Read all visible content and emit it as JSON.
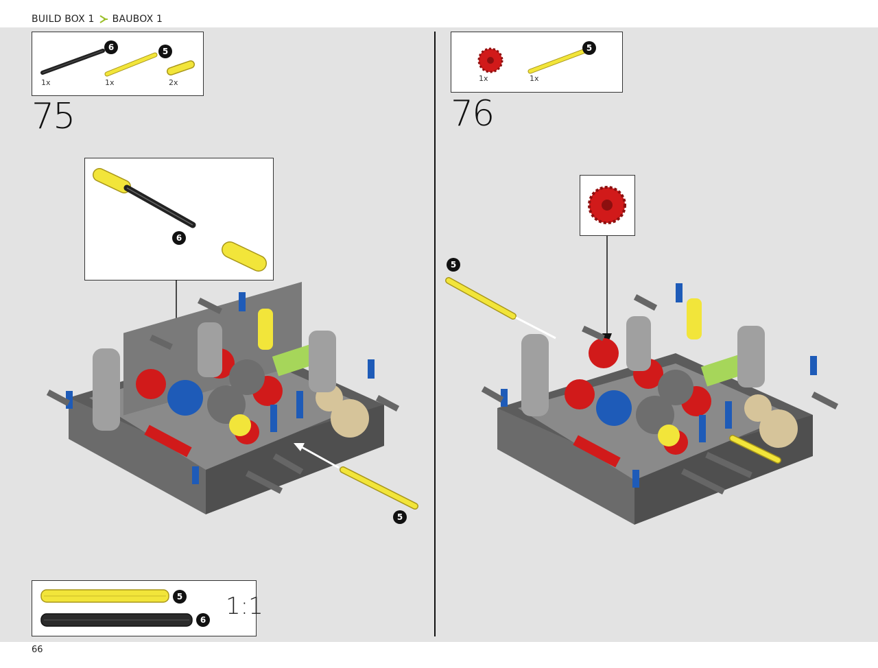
{
  "breadcrumb": {
    "item1": "BUILD BOX 1",
    "item2": "BAUBOX 1"
  },
  "page_number": "66",
  "step75": {
    "number": "75",
    "parts": [
      {
        "qty": "1x",
        "badge": "6",
        "color": "black",
        "icon": "axle-6-icon"
      },
      {
        "qty": "1x",
        "badge": "5",
        "color": "yellow",
        "icon": "axle-5-icon"
      },
      {
        "qty": "2x",
        "color": "yellow",
        "icon": "connector-icon"
      }
    ],
    "callout_badge": "6",
    "main_badge": "5"
  },
  "step76": {
    "number": "76",
    "parts": [
      {
        "qty": "1x",
        "color": "red",
        "icon": "gear-icon"
      },
      {
        "qty": "1x",
        "badge": "5",
        "color": "yellow",
        "icon": "axle-5-icon"
      }
    ],
    "main_badge": "5"
  },
  "scale_box": {
    "ratio": "1:1",
    "items": [
      {
        "badge": "5",
        "color": "#f2e53a"
      },
      {
        "badge": "6",
        "color": "#2b2b2b"
      }
    ]
  },
  "colors": {
    "yellow": "#f2e53a",
    "red": "#d11a1a",
    "blue": "#1e5bb8",
    "gray": "#6b6b6b",
    "lime": "#a6d65a",
    "tan": "#d6c49a",
    "accent": "#9bbf2a"
  }
}
